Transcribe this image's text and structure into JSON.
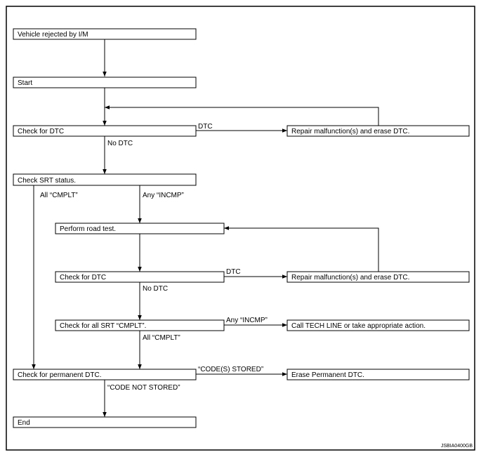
{
  "boxes": {
    "rejected": "Vehicle rejected by I/M",
    "start": "Start",
    "check_dtc_1": "Check for DTC",
    "repair_1": "Repair malfunction(s) and erase DTC.",
    "check_srt": "Check SRT status.",
    "road_test": "Perform road test.",
    "check_dtc_2": "Check for DTC",
    "repair_2": "Repair malfunction(s) and erase DTC.",
    "check_all_srt": "Check for all SRT “CMPLT”.",
    "tech_line": "Call TECH LINE or take appropriate action.",
    "check_permanent": "Check for permanent DTC.",
    "erase_permanent": "Erase Permanent DTC.",
    "end": "End"
  },
  "labels": {
    "dtc_1": "DTC",
    "no_dtc_1": "No DTC",
    "all_cmplt_1": "All “CMPLT”",
    "any_incmp_1": "Any “INCMP”",
    "dtc_2": "DTC",
    "no_dtc_2": "No DTC",
    "any_incmp_2": "Any “INCMP”",
    "all_cmplt_2": "All “CMPLT”",
    "code_stored": "“CODE(S) STORED”",
    "code_not_stored": "“CODE NOT STORED”"
  },
  "figure_code": "JSBIA0400GB"
}
